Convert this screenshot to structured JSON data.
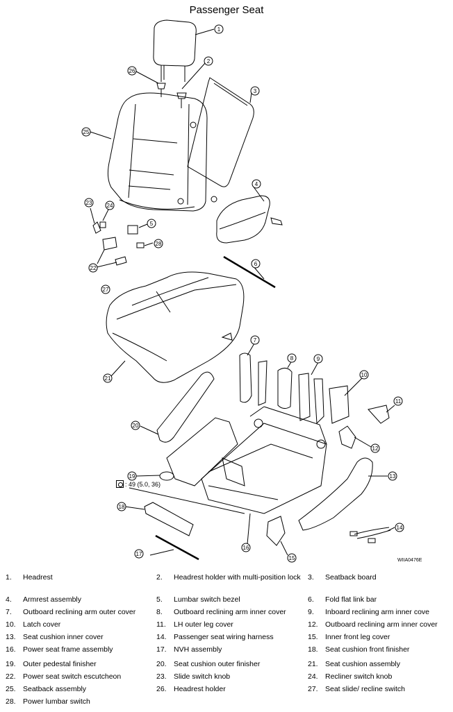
{
  "title": "Passenger Seat",
  "image_code": "WIIA0476E",
  "torque_spec": ": 49 (5.0, 36)",
  "callouts": [
    "1",
    "2",
    "3",
    "4",
    "5",
    "6",
    "7",
    "8",
    "9",
    "10",
    "11",
    "12",
    "13",
    "14",
    "15",
    "16",
    "17",
    "18",
    "19",
    "20",
    "21",
    "22",
    "23",
    "24",
    "25",
    "26",
    "27",
    "28"
  ],
  "legend": [
    [
      {
        "num": "1.",
        "label": "Headrest"
      },
      {
        "num": "2.",
        "label": "Headrest holder with multi-position lock"
      },
      {
        "num": "3.",
        "label": "Seatback board"
      }
    ],
    [
      {
        "num": "4.",
        "label": "Armrest assembly"
      },
      {
        "num": "5.",
        "label": "Lumbar switch bezel"
      },
      {
        "num": "6.",
        "label": "Fold flat link bar"
      }
    ],
    [
      {
        "num": "7.",
        "label": "Outboard reclining arm outer cover"
      },
      {
        "num": "8.",
        "label": "Outboard reclining arm inner cover"
      },
      {
        "num": "9.",
        "label": "Inboard reclining arm inner cove"
      }
    ],
    [
      {
        "num": "10.",
        "label": "Latch cover"
      },
      {
        "num": "11.",
        "label": "LH outer leg cover"
      },
      {
        "num": "12.",
        "label": "Outboard reclining arm inner cover"
      }
    ],
    [
      {
        "num": "13.",
        "label": "Seat cushion inner cover"
      },
      {
        "num": "14.",
        "label": "Passenger seat wiring harness"
      },
      {
        "num": "15.",
        "label": "Inner front leg cover"
      }
    ],
    [
      {
        "num": "16.",
        "label": "Power seat frame assembly"
      },
      {
        "num": "17.",
        "label": "NVH assembly"
      },
      {
        "num": "18.",
        "label": "Seat cushion front finisher"
      }
    ],
    [
      {
        "num": "19.",
        "label": "Outer pedestal finisher"
      },
      {
        "num": "20.",
        "label": "Seat cushion outer finisher"
      },
      {
        "num": "21.",
        "label": "Seat cushion assembly"
      }
    ],
    [
      {
        "num": "22.",
        "label": "Power seat switch escutcheon"
      },
      {
        "num": "23.",
        "label": "Slide switch knob"
      },
      {
        "num": "24.",
        "label": "Recliner switch knob"
      }
    ],
    [
      {
        "num": "25.",
        "label": "Seatback assembly"
      },
      {
        "num": "26.",
        "label": "Headrest holder"
      },
      {
        "num": "27.",
        "label": "Seat slide/ recline switch"
      }
    ],
    [
      {
        "num": "28.",
        "label": "Power lumbar switch"
      }
    ]
  ]
}
